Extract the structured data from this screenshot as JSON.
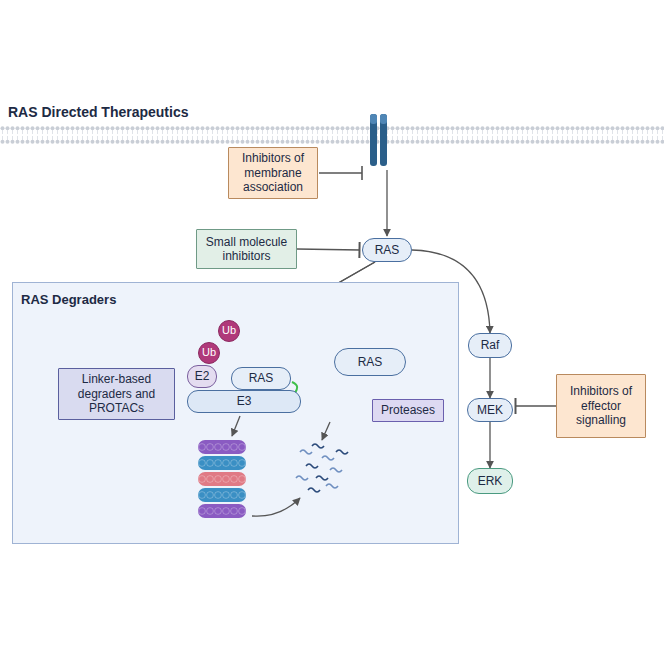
{
  "diagram": {
    "title": "RAS Directed Therapeutics",
    "nodes": [
      {
        "text": [
          "Inhibitors of membrane association"
        ]
      },
      {
        "text": [
          "Small molecule inhibitors"
        ]
      },
      {
        "text": [
          "RAS"
        ]
      },
      {
        "text": [
          "RAS Degraders"
        ]
      },
      {
        "text": [
          "Linker-based degraders and PROTACs"
        ],
        "in": 3
      },
      {
        "text": [
          "Ub"
        ],
        "in": 3
      },
      {
        "text": [
          "Ub"
        ],
        "in": 3
      },
      {
        "text": [
          "RAS"
        ],
        "in": 3
      },
      {
        "text": [
          "E2"
        ],
        "in": 3
      },
      {
        "text": [
          "E3"
        ],
        "in": 3
      },
      {
        "text": [
          "RAS"
        ],
        "in": 3
      },
      {
        "text": [
          "Proteases"
        ],
        "in": 3
      },
      {
        "text": [
          "Raf"
        ]
      },
      {
        "text": [
          "MEK"
        ]
      },
      {
        "text": [
          "Inhibitors of effector signalling"
        ]
      },
      {
        "text": [
          "ERK"
        ]
      }
    ],
    "edges": [
      {
        "from": 1,
        "to": 2,
        "arrow": "to"
      },
      {
        "from": 2,
        "to": 12,
        "arrow": "to"
      },
      {
        "from": 2,
        "to": 7,
        "arrow": "to"
      },
      {
        "from": 2,
        "to": 10,
        "arrow": "to"
      },
      {
        "from": 4,
        "to": 9,
        "arrow": "to"
      },
      {
        "from": 6,
        "to": 5,
        "arrow": "to"
      },
      {
        "from": 11,
        "to": 10,
        "arrow": "to"
      },
      {
        "from": 12,
        "to": 13,
        "arrow": "to"
      },
      {
        "from": 13,
        "to": 15,
        "arrow": "to"
      },
      {
        "from": 14,
        "to": 13,
        "arrow": "to"
      }
    ]
  }
}
